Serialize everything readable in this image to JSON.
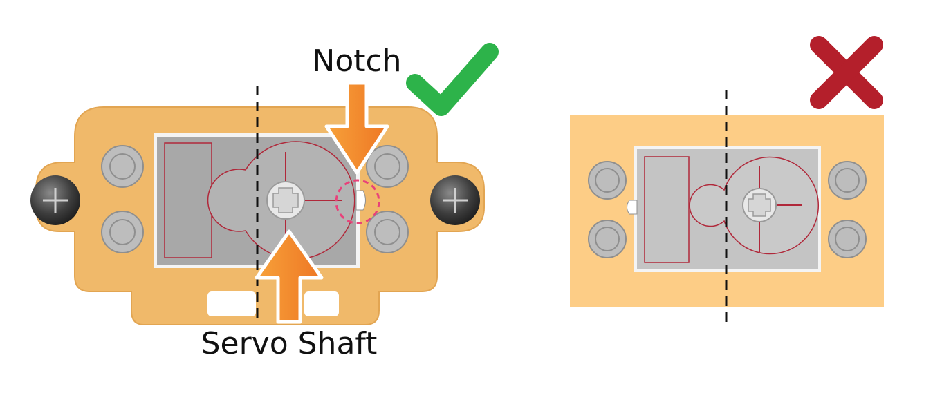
{
  "labels": {
    "notch": "Notch",
    "servo_shaft": "Servo Shaft"
  },
  "panels": {
    "correct": {
      "status": "correct",
      "mark_icon": "check-icon"
    },
    "incorrect": {
      "status": "incorrect",
      "mark_icon": "cross-icon"
    }
  },
  "colors": {
    "board_correct": "#f0b96a",
    "board_incorrect": "#fdcd86",
    "servo_body": "#a8a8a8",
    "servo_face": "#c4c4c4",
    "outline_red": "#b0283a",
    "arrow": "#f2862c",
    "check": "#2db34a",
    "cross": "#b41f2b",
    "notch_highlight": "#e8417a",
    "guide_line": "#111111"
  }
}
